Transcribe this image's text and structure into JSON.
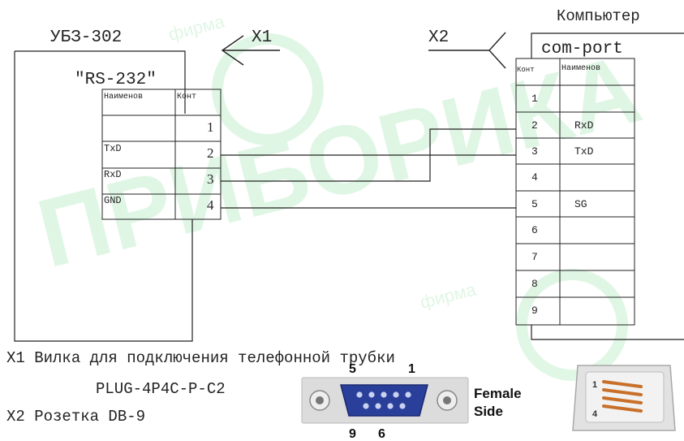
{
  "watermark": {
    "text": "ПРИБОРИКА",
    "sub_text": "фирма",
    "color": "#c8f0d0"
  },
  "device": {
    "title": "УБЗ-302",
    "port_label": "\"RS-232\"",
    "col_name": "Наименов",
    "col_pin": "Конт",
    "rows": [
      {
        "name": "",
        "pin": "1"
      },
      {
        "name": "TxD",
        "pin": "2"
      },
      {
        "name": "RxD",
        "pin": "3"
      },
      {
        "name": "GND",
        "pin": "4"
      }
    ]
  },
  "computer": {
    "title": "Компьютер",
    "port_label": "com-port",
    "col_pin": "Конт",
    "col_name": "Наименов",
    "rows": [
      {
        "pin": "1",
        "name": ""
      },
      {
        "pin": "2",
        "name": "RxD"
      },
      {
        "pin": "3",
        "name": "TxD"
      },
      {
        "pin": "4",
        "name": ""
      },
      {
        "pin": "5",
        "name": "SG"
      },
      {
        "pin": "6",
        "name": ""
      },
      {
        "pin": "7",
        "name": ""
      },
      {
        "pin": "8",
        "name": ""
      },
      {
        "pin": "9",
        "name": ""
      }
    ]
  },
  "connectors": {
    "x1": "X1",
    "x2": "X2"
  },
  "legend": {
    "x1_line": "X1 Вилка для подключения телефонной трубки",
    "x1_part": "PLUG-4P4C-P-C2",
    "x2_line": "X2 Розетка DB-9"
  },
  "db9": {
    "pin_top_left": "5",
    "pin_top_right": "1",
    "pin_bottom_left": "9",
    "pin_bottom_right": "6",
    "side_label_1": "Female",
    "side_label_2": "Side",
    "body_color": "#2a3f9a"
  },
  "rj": {
    "pin_top": "1",
    "pin_bottom": "4",
    "contact_color": "#c8702a"
  }
}
